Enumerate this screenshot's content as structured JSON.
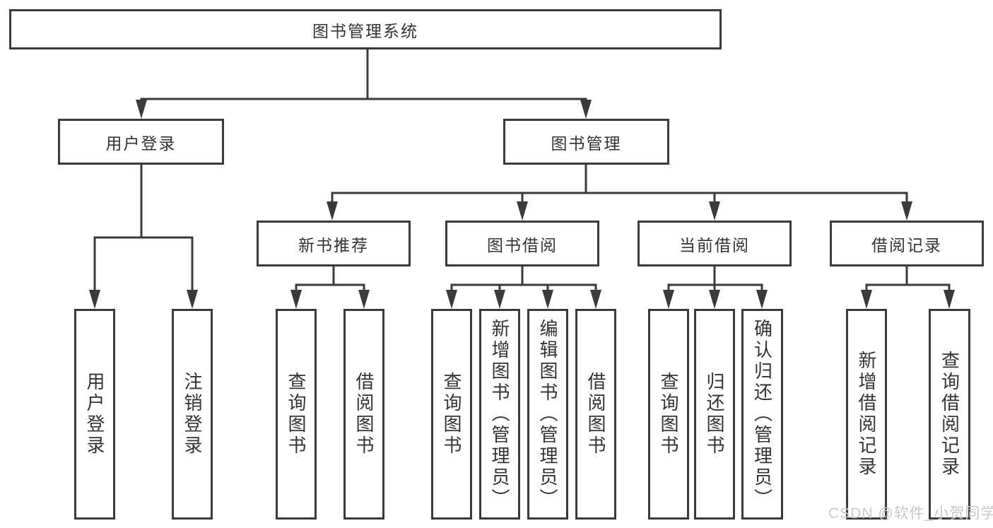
{
  "diagram": {
    "title_node": {
      "label": "图书管理系统"
    },
    "branches": [
      {
        "label": "用户登录",
        "children": [
          {
            "label": "用户登录"
          },
          {
            "label": "注销登录"
          }
        ]
      },
      {
        "label": "图书管理",
        "groups": [
          {
            "label": "新书推荐",
            "children": [
              {
                "label": "查询图书"
              },
              {
                "label": "借阅图书"
              }
            ]
          },
          {
            "label": "图书借阅",
            "children": [
              {
                "label": "查询图书"
              },
              {
                "label": "新增图书（管理员）"
              },
              {
                "label": "编辑图书（管理员）"
              },
              {
                "label": "借阅图书"
              }
            ]
          },
          {
            "label": "当前借阅",
            "children": [
              {
                "label": "查询图书"
              },
              {
                "label": "归还图书"
              },
              {
                "label": "确认归还（管理员）"
              }
            ]
          },
          {
            "label": "借阅记录",
            "children": [
              {
                "label": "新增借阅记录"
              },
              {
                "label": "查询借阅记录"
              }
            ]
          }
        ]
      }
    ],
    "colors": {
      "line": "#3a3a3a",
      "text": "#333333",
      "node_fill": "#ffffff",
      "watermark": "#c8c8c8",
      "background": "#ffffff"
    }
  },
  "watermark": {
    "text": "CSDN @软件_小贺同学"
  }
}
